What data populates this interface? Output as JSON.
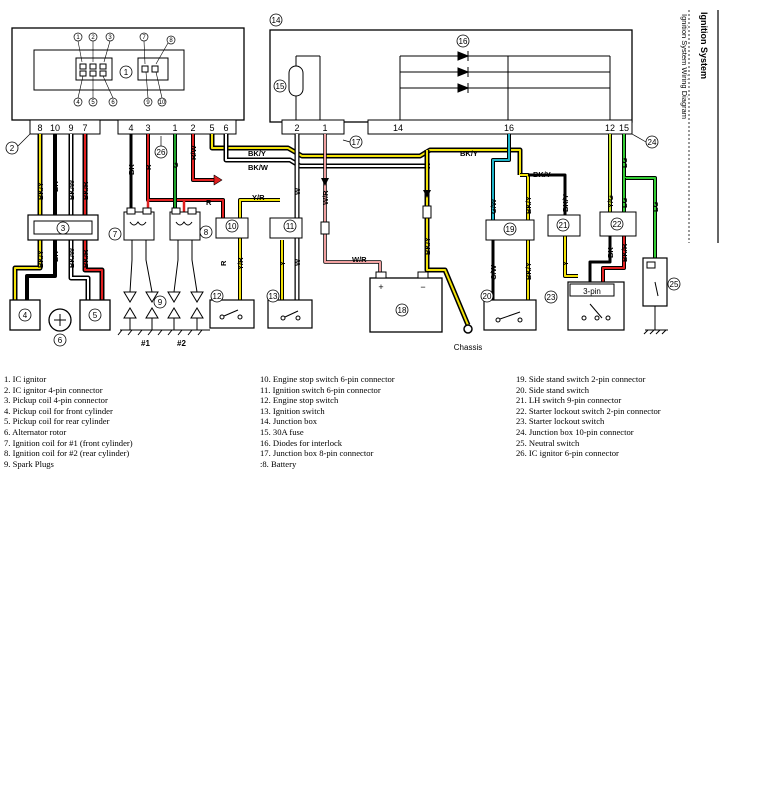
{
  "side_title": "Ignition System",
  "side_subtitle": "Ignition System Wiring Diagram",
  "callouts": [
    "1",
    "2",
    "3",
    "4",
    "5",
    "6",
    "7",
    "8",
    "9",
    "10",
    "11",
    "12",
    "13",
    "14",
    "15",
    "16",
    "17",
    "18",
    "19",
    "20",
    "21",
    "22",
    "23",
    "24",
    "25",
    "26"
  ],
  "ignitor_pins": {
    "p1": "1",
    "p2": "2",
    "p3": "3",
    "p4": "4",
    "p5": "5",
    "p6": "6",
    "p7": "7",
    "p8": "8",
    "p9": "9",
    "p10": "10"
  },
  "connector_26_pins": [
    "8",
    "10",
    "9",
    "7"
  ],
  "connector_mid_pins": [
    "4",
    "3",
    "1",
    "2",
    "5",
    "6"
  ],
  "junction_8pin_pins": [
    "2",
    "1"
  ],
  "junction_10pin_pins": [
    "14",
    "16",
    "12",
    "15"
  ],
  "wire_labels": {
    "bky": "BK/Y",
    "bk": "BK",
    "bkw": "BK/W",
    "bkr": "BK/R",
    "r": "R",
    "g": "G",
    "rw": "R/W",
    "w": "W",
    "wr": "W/R",
    "yr": "Y/R",
    "y": "Y",
    "gw": "G/W",
    "yg": "Y/G",
    "lg": "LG"
  },
  "three_pin_label": "3-pin",
  "battery_plus": "+",
  "battery_minus": "−",
  "chassis_label": "Chassis",
  "cylinder_labels": [
    "#1",
    "#2"
  ],
  "legend": {
    "col1": [
      "1.  IC ignitor",
      "2.  IC ignitor 4-pin connector",
      "3.  Pickup coil 4-pin connector",
      "4.  Pickup coil for front cylinder",
      "5.  Pickup coil for rear cylinder",
      "6.  Alternator rotor",
      "7.  Ignition coil for #1 (front cylinder)",
      "8.  Ignition coil for #2 (rear cylinder)",
      "9.  Spark Plugs"
    ],
    "col2": [
      "10.  Engine stop switch 6-pin connector",
      "11.  Ignition switch 6-pin connector",
      "12.  Engine stop switch",
      "13.  Ignition switch",
      "14.  Junction box",
      "15.  30A fuse",
      "16.  Diodes for interlock",
      "17.  Junction box 8-pin connector",
      ":8.  Battery"
    ],
    "col3": [
      "19.  Side stand switch 2-pin connector",
      "20.  Side stand switch",
      "21.  LH switch 9-pin connector",
      "22.  Starter lockout switch 2-pin connector",
      "23.  Starter lockout switch",
      "24.  Junction box 10-pin connector",
      "25.  Neutral switch",
      "26.  IC ignitor 6-pin connector"
    ]
  }
}
